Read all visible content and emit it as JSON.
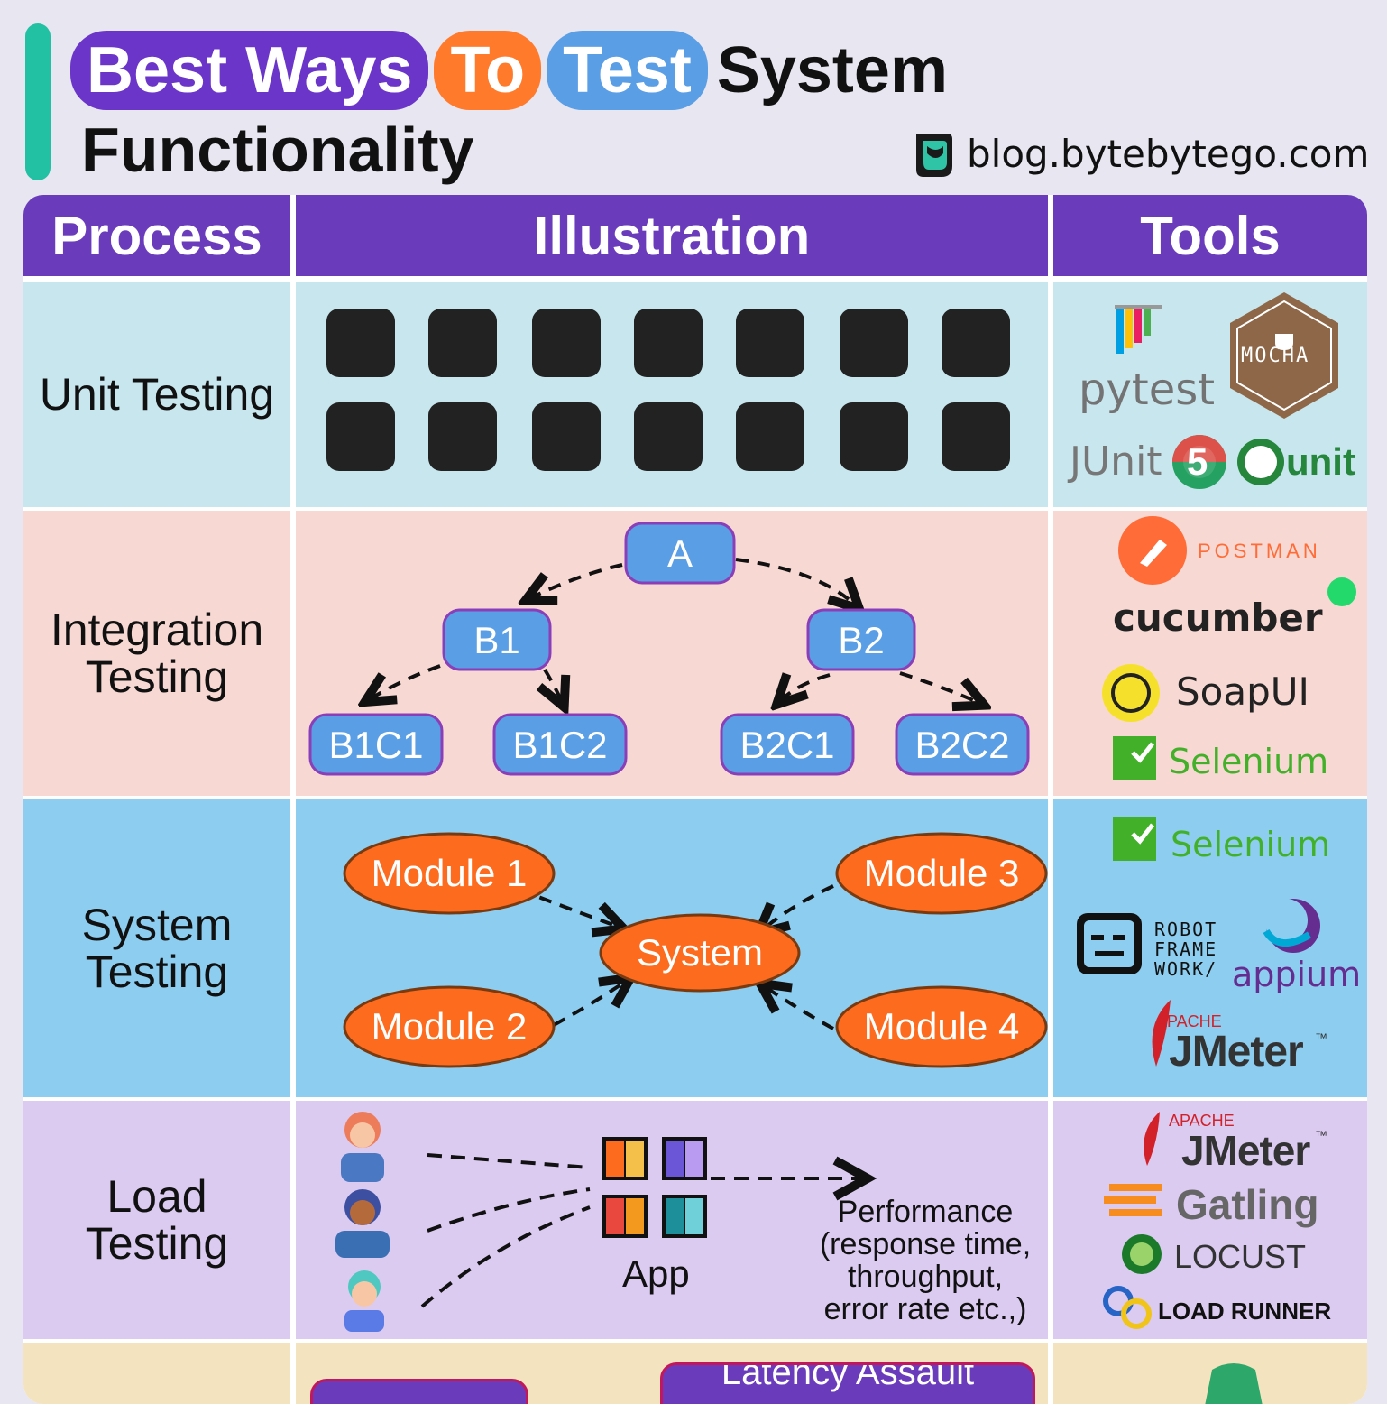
{
  "title": {
    "word1": "Best Ways",
    "word2": "To",
    "word3": "Test",
    "word4": "System",
    "line2": "Functionality"
  },
  "brand": {
    "url": "blog.bytebytego.com",
    "icon": "bytebytego-logo-icon"
  },
  "headers": {
    "process": "Process",
    "illustration": "Illustration",
    "tools": "Tools"
  },
  "colors": {
    "header": "#6a3cbc",
    "unit_bg": "#c8e6ee",
    "integration_bg": "#f8d8d2",
    "system_bg": "#8ccdf0",
    "load_bg": "#dccbf1",
    "chaos_bg": "#f4e3bf",
    "node_blue": "#5a9ee6",
    "node_orange": "#fc6b1e"
  },
  "rows": {
    "unit": {
      "label": "Unit Testing",
      "tools": [
        "pytest",
        "MOCHA",
        "JUnit",
        "5",
        "unit"
      ]
    },
    "integration": {
      "label_line1": "Integration",
      "label_line2": "Testing",
      "nodes": {
        "a": "A",
        "b1": "B1",
        "b2": "B2",
        "b1c1": "B1C1",
        "b1c2": "B1C2",
        "b2c1": "B2C1",
        "b2c2": "B2C2"
      },
      "tools": [
        "POSTMAN",
        "cucumber",
        "SoapUI",
        "Selenium"
      ]
    },
    "system": {
      "label_line1": "System",
      "label_line2": "Testing",
      "nodes": {
        "m1": "Module 1",
        "m2": "Module 2",
        "m3": "Module 3",
        "m4": "Module 4",
        "sys": "System"
      },
      "tools": [
        "Selenium",
        "ROBOT",
        "FRAME",
        "WORK/",
        "appium",
        "APACHE",
        "JMeter",
        "™"
      ]
    },
    "load": {
      "label_line1": "Load",
      "label_line2": "Testing",
      "app": "App",
      "perf": [
        "Performance",
        "(response time,",
        "throughput,",
        "error rate etc.,)"
      ],
      "tools": [
        "APACHE",
        "JMeter",
        "™",
        "Gatling",
        "LOCUST",
        "LOAD RUNNER"
      ]
    },
    "chaos": {
      "partial": "Latency Assault"
    }
  }
}
